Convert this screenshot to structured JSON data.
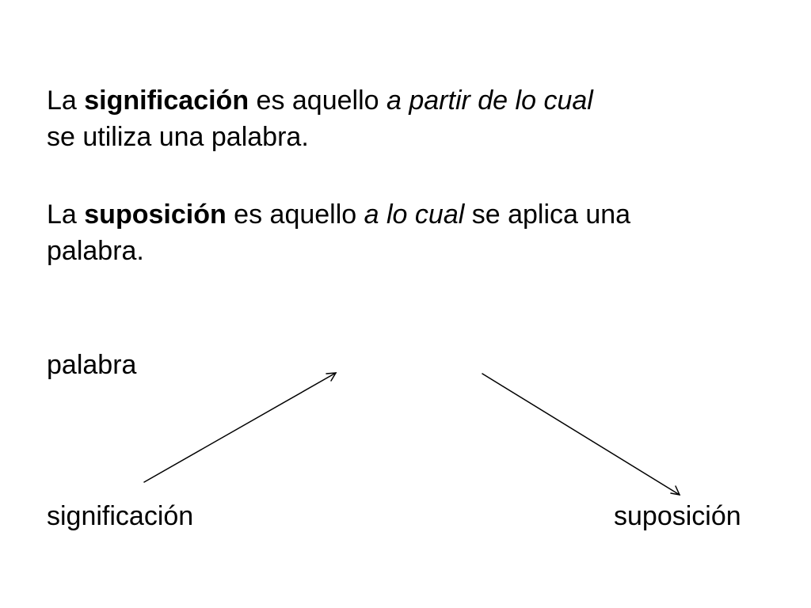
{
  "definitions": {
    "significacion": {
      "lead": "La ",
      "term": "significación",
      "mid": " es aquello ",
      "emphasis": "a partir de lo cual",
      "line2": "se utiliza una palabra."
    },
    "suposicion": {
      "lead": "La ",
      "term": "suposición",
      "mid": " es aquello ",
      "emphasis": "a lo cual",
      "tail": " se aplica una",
      "line2": "palabra."
    }
  },
  "diagram": {
    "top_label": "palabra",
    "left_label": "significación",
    "right_label": "suposición"
  }
}
